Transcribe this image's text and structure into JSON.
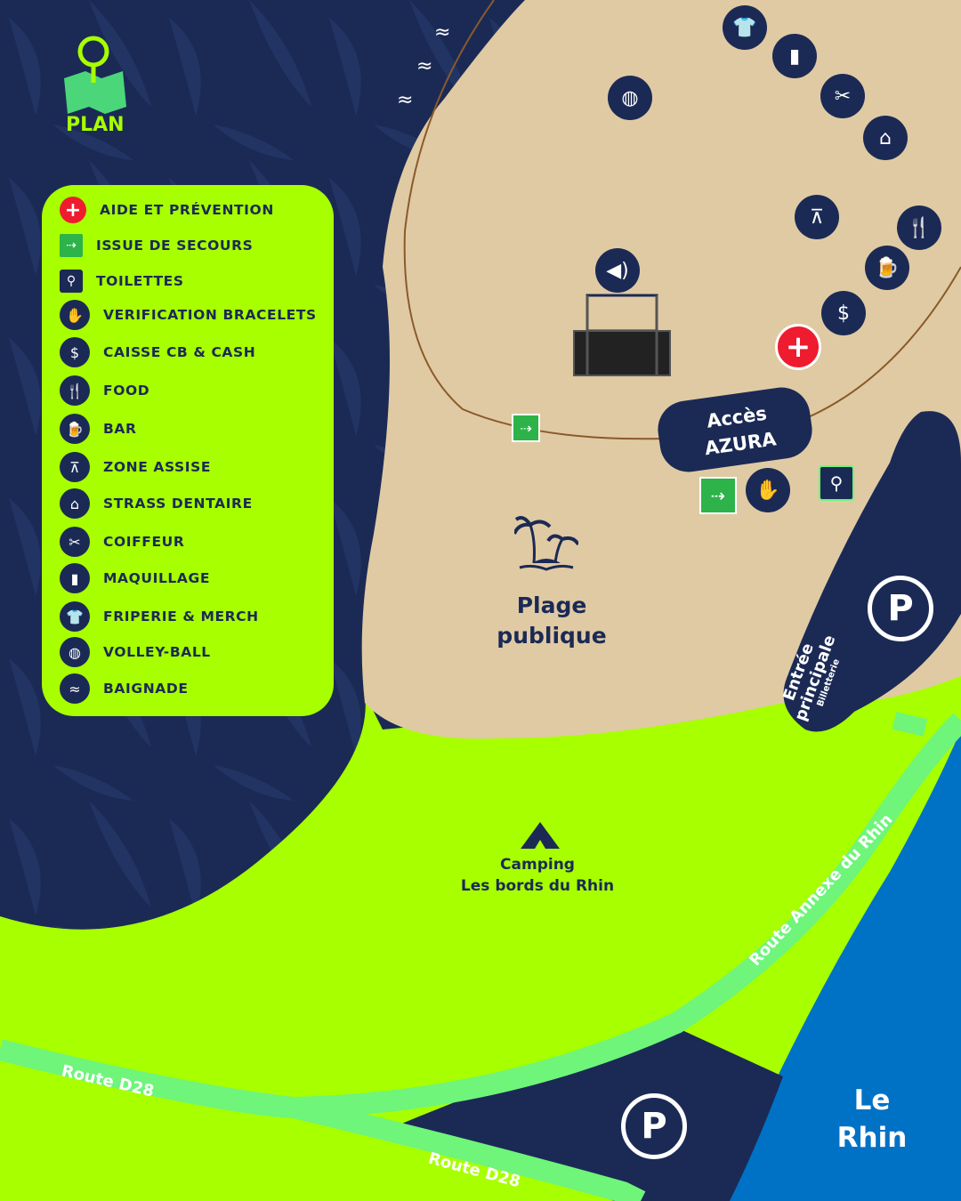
{
  "header": {
    "title": "PLAN"
  },
  "legend": {
    "items": [
      {
        "label": "AIDE ET PRÉVENTION",
        "icon": "first-aid-icon"
      },
      {
        "label": "ISSUE DE SECOURS",
        "icon": "emergency-exit-icon"
      },
      {
        "label": "TOILETTES",
        "icon": "toilets-icon"
      },
      {
        "label": "VERIFICATION BRACELETS",
        "icon": "bracelet-check-icon"
      },
      {
        "label": "CAISSE CB & CASH",
        "icon": "cashier-icon"
      },
      {
        "label": "FOOD",
        "icon": "food-icon"
      },
      {
        "label": "BAR",
        "icon": "beer-icon"
      },
      {
        "label": "ZONE ASSISE",
        "icon": "picnic-table-icon"
      },
      {
        "label": "STRASS DENTAIRE",
        "icon": "tooth-icon"
      },
      {
        "label": "COIFFEUR",
        "icon": "hairdresser-icon"
      },
      {
        "label": "MAQUILLAGE",
        "icon": "lipstick-icon"
      },
      {
        "label": "FRIPERIE & MERCH",
        "icon": "tshirt-icon"
      },
      {
        "label": "VOLLEY-BALL",
        "icon": "volleyball-icon"
      },
      {
        "label": "BAIGNADE",
        "icon": "swimming-icon"
      }
    ]
  },
  "map": {
    "access_label_line1": "Accès",
    "access_label_line2": "AZURA",
    "beach_label_line1": "Plage",
    "beach_label_line2": "publique",
    "camping_label_line1": "Camping",
    "camping_label_line2": "Les bords du Rhin",
    "entrance_label_line1": "Entrée",
    "entrance_label_line2": "principale",
    "entrance_sublabel": "Billetterie",
    "river_label_line1": "Le",
    "river_label_line2": "Rhin",
    "road_annex": "Route Annexe du Rhin",
    "road_d28_upper": "Route D28",
    "road_d28_lower": "Route D28",
    "parking_symbol": "P"
  },
  "colors": {
    "navy": "#1b2a55",
    "lime": "#a8ff00",
    "sand": "#e0caa3",
    "river": "#0072c6",
    "road": "#6ef57a",
    "red": "#ee1c2e",
    "exit_green": "#2db34a",
    "fence": "#8a5a2b"
  }
}
